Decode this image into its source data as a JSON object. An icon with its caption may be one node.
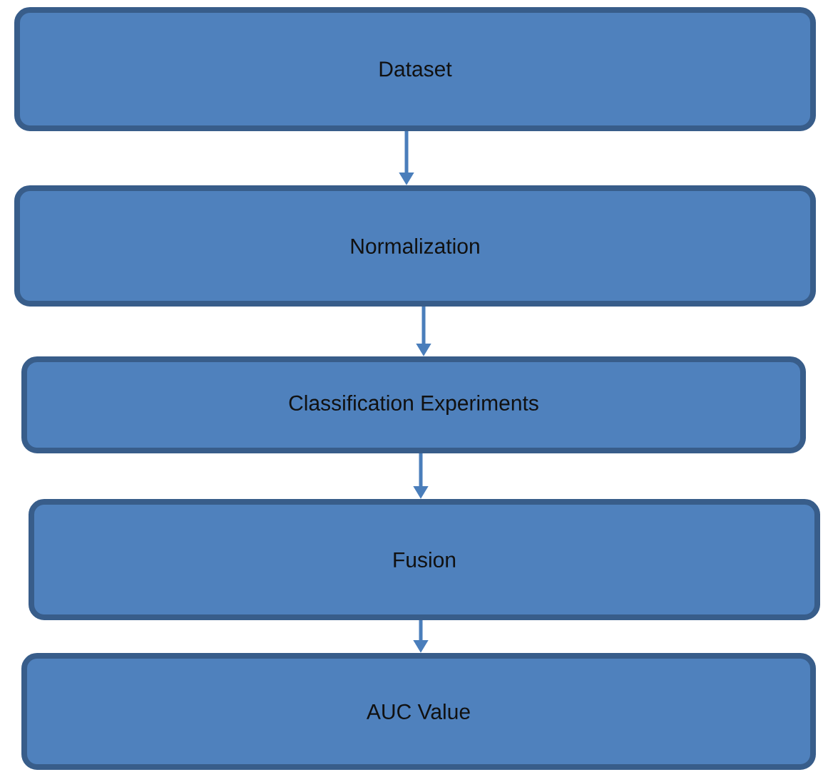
{
  "diagram": {
    "nodes": [
      {
        "text": [
          "Dataset"
        ]
      },
      {
        "text": [
          "Normalization"
        ]
      },
      {
        "text": [
          "Classification Experiments"
        ]
      },
      {
        "text": [
          "Fusion"
        ]
      },
      {
        "text": [
          "AUC Value"
        ]
      }
    ],
    "edges": [
      {
        "from": 0,
        "to": 1,
        "arrow": "to"
      },
      {
        "from": 1,
        "to": 2,
        "arrow": "to"
      },
      {
        "from": 2,
        "to": 3,
        "arrow": "to"
      },
      {
        "from": 3,
        "to": 4,
        "arrow": "to"
      }
    ]
  }
}
